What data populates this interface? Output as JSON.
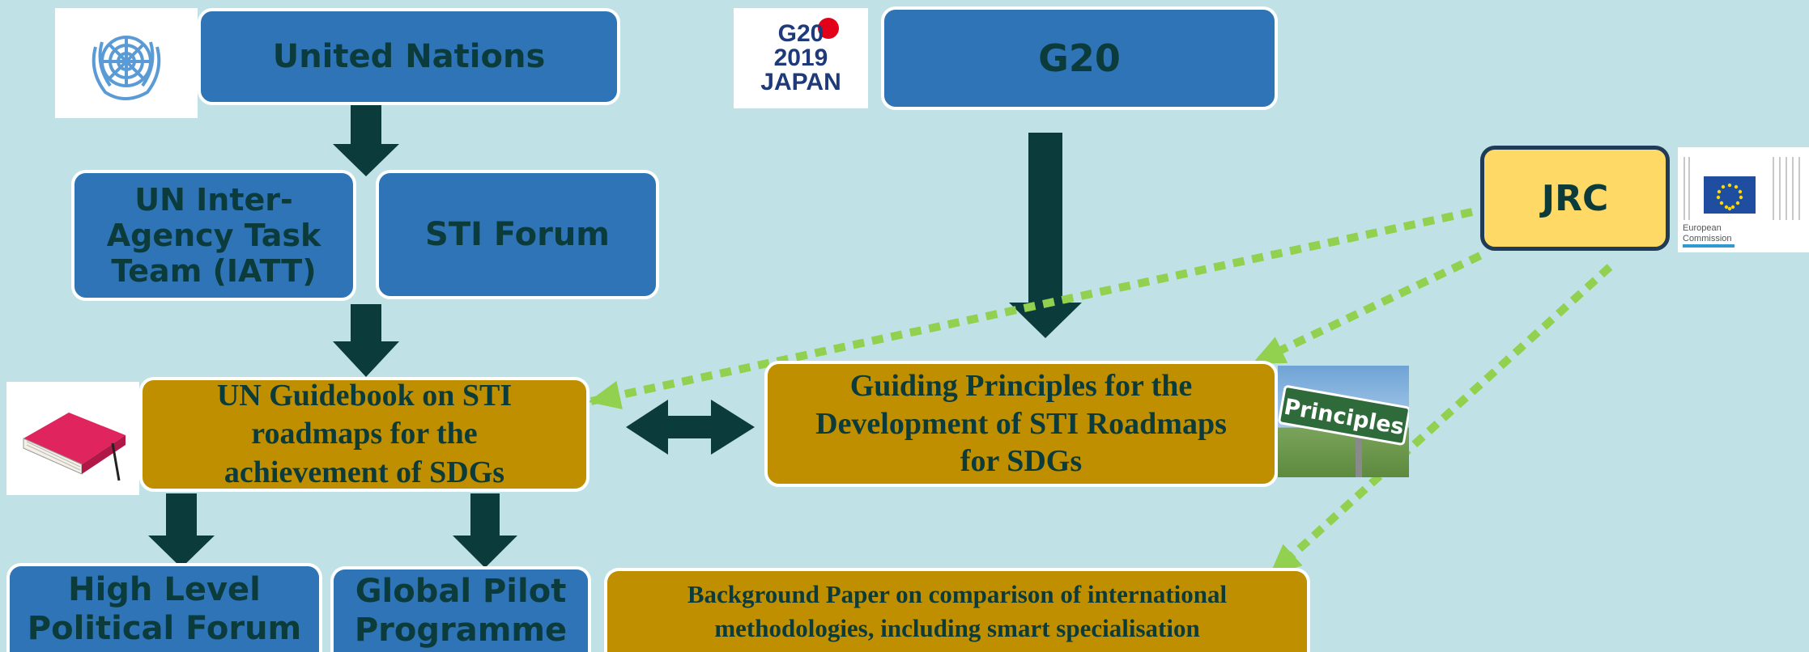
{
  "colors": {
    "background": "#c0e2e6",
    "blue_box": "#2e74b6",
    "gold_box": "#bf8f00",
    "yellow_box": "#ffd966",
    "dark_arrow": "#0b3b3a",
    "dotted_arrow": "#92d050",
    "text": "#0b3b3a"
  },
  "nodes": {
    "un": "United Nations",
    "g20": "G20",
    "jrc": "JRC",
    "iatt": [
      "UN Inter-",
      "Agency Task",
      "Team (IATT)"
    ],
    "sti_forum": "STI Forum",
    "guidebook": [
      "UN Guidebook on STI",
      "roadmaps for the",
      "achievement of SDGs"
    ],
    "principles": [
      "Guiding Principles for the",
      "Development of STI Roadmaps",
      "for SDGs"
    ],
    "hlpf": [
      "High Level",
      "Political Forum"
    ],
    "gpp": [
      "Global Pilot",
      "Programme"
    ],
    "background_paper": [
      "Background Paper on comparison of international",
      "methodologies, including smart specialisation"
    ]
  },
  "logos": {
    "un": {
      "icon": "un-emblem-icon"
    },
    "g20": {
      "icon": "g20-japan-logo",
      "lines": [
        "G20",
        "2019",
        "JAPAN"
      ]
    },
    "ec": {
      "icon": "european-commission-logo",
      "lines": [
        "European",
        "Commission"
      ]
    },
    "book": {
      "icon": "red-book-icon"
    },
    "principles_sign": {
      "icon": "principles-sign-icon",
      "text": "Principles"
    }
  }
}
